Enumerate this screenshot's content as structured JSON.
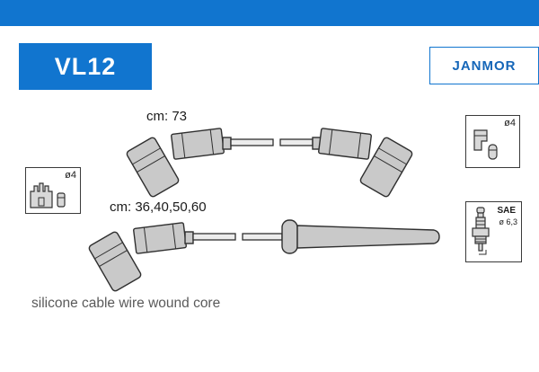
{
  "colors": {
    "accent_blue": "#1175cf",
    "brand_blue": "#1566b8",
    "metal_gray": "#c9c9c9",
    "outline": "#2f2f2f",
    "footer_text": "#5a5a5a"
  },
  "header": {
    "part_number": "VL12",
    "brand": "JANMOR"
  },
  "diagram": {
    "cable1": {
      "length_label": "cm: 73"
    },
    "cable2": {
      "length_label": "cm: 36,40,50,60"
    },
    "left_box": {
      "diameter": "ø4"
    },
    "right_top_box": {
      "diameter": "ø4"
    },
    "right_bottom_box": {
      "standard": "SAE",
      "diameter": "ø 6,3"
    }
  },
  "footer": {
    "caption": "silicone cable wire wound core"
  }
}
